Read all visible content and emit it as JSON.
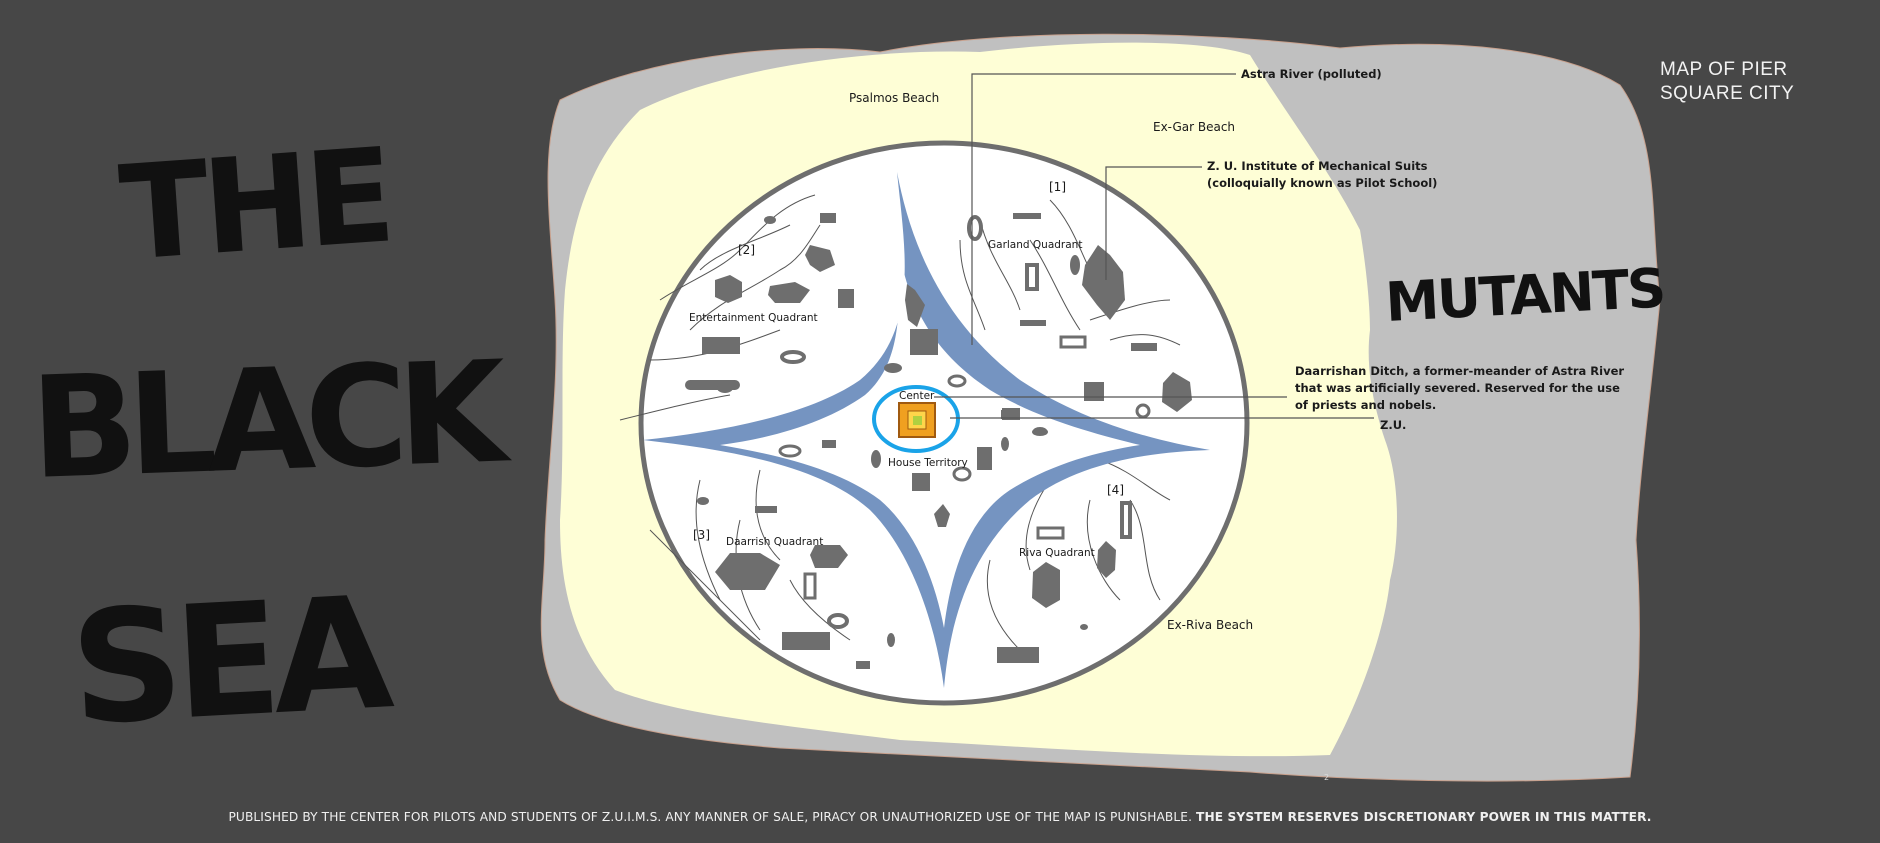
{
  "map_title_line1": "MAP OF PIER",
  "map_title_line2": "SQUARE CITY",
  "sea_label": [
    "THE",
    "BLACK",
    "SEA"
  ],
  "mutants_label": "MUTANTS",
  "beaches": {
    "psalmos": "Psalmos Beach",
    "ex_gar": "Ex-Gar Beach",
    "ex_riva": "Ex-Riva Beach"
  },
  "quadrants": {
    "garland": "Garland Quadrant",
    "entertainment": "Entertainment Quadrant",
    "daarrish": "Daarrish Quadrant",
    "riva": "Riva Quadrant"
  },
  "markers": [
    "[1]",
    "[2]",
    "[3]",
    "[4]"
  ],
  "center_label": "Center",
  "house_territory_label": "House Territory",
  "callouts": {
    "astra_river": "Astra River (polluted)",
    "institute_line1": "Z. U. Institute of Mechanical Suits",
    "institute_line2": "(colloquially known as Pilot School)",
    "ditch_name": "Daarrishan Ditch",
    "ditch_line1_rest": ", a former-meander of Astra River",
    "ditch_line2": "that was artificially severed. Reserved for the use",
    "ditch_line3": "of priests and nobels.",
    "zu": "Z.U."
  },
  "stray_mark": "2",
  "footer": {
    "normal": "PUBLISHED BY THE CENTER FOR PILOTS AND STUDENTS OF Z.U.I.M.S. ANY MANNER OF SALE, PIRACY OR UNAUTHORIZED USE OF THE MAP IS PUNISHABLE. ",
    "bold": "THE SYSTEM RESERVES DISCRETIONARY POWER IN THIS MATTER."
  },
  "colors": {
    "background": "#474747",
    "land": "#c0c0c0",
    "beach": "#fefed6",
    "river": "#7594c1",
    "center_ring": "#1aa3e8",
    "center_square": "#f0a020",
    "center_inner": "#b0d040"
  }
}
